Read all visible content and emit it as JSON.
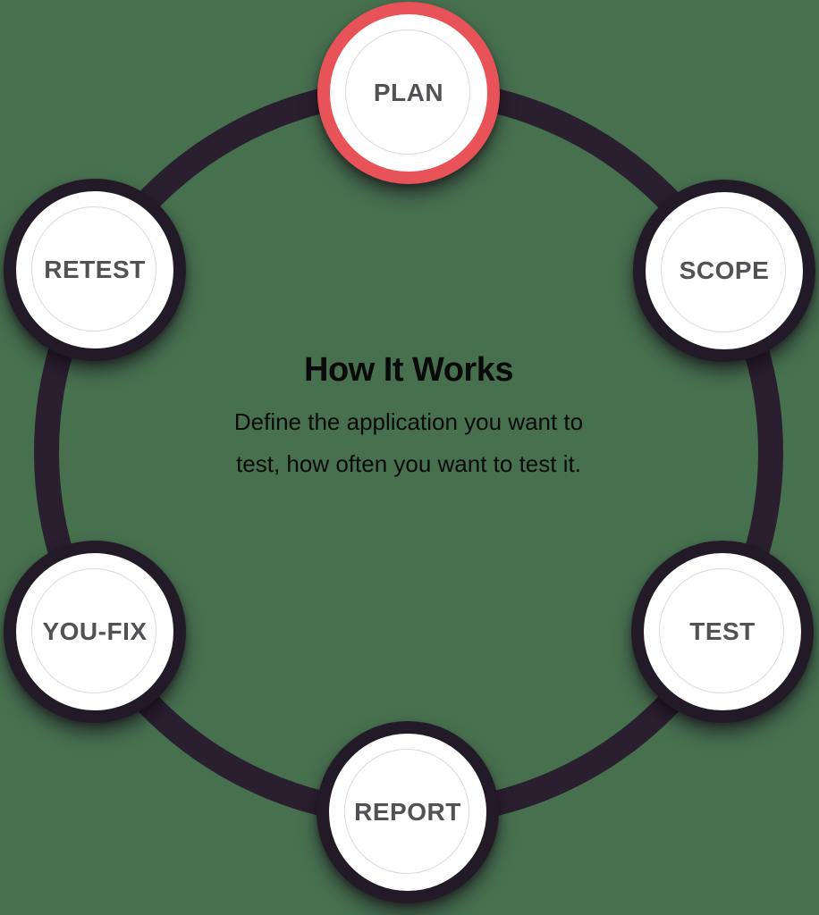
{
  "diagram": {
    "title": "How It Works",
    "description": "Define the application you want to test, how often you want to test it."
  },
  "nodes": [
    {
      "id": "plan",
      "label": "PLAN",
      "active": true
    },
    {
      "id": "scope",
      "label": "SCOPE",
      "active": false
    },
    {
      "id": "test",
      "label": "TEST",
      "active": false
    },
    {
      "id": "report",
      "label": "REPORT",
      "active": false
    },
    {
      "id": "youfix",
      "label": "YOU-FIX",
      "active": false
    },
    {
      "id": "retest",
      "label": "RETEST",
      "active": false
    }
  ],
  "colors": {
    "background": "#47704F",
    "ring": "#2A1F2E",
    "node_border": "#231A28",
    "active_ring": "#E8535A",
    "node_label": "#515256",
    "inner_line": "#DBDBDB",
    "text": "#0A0A0A"
  }
}
